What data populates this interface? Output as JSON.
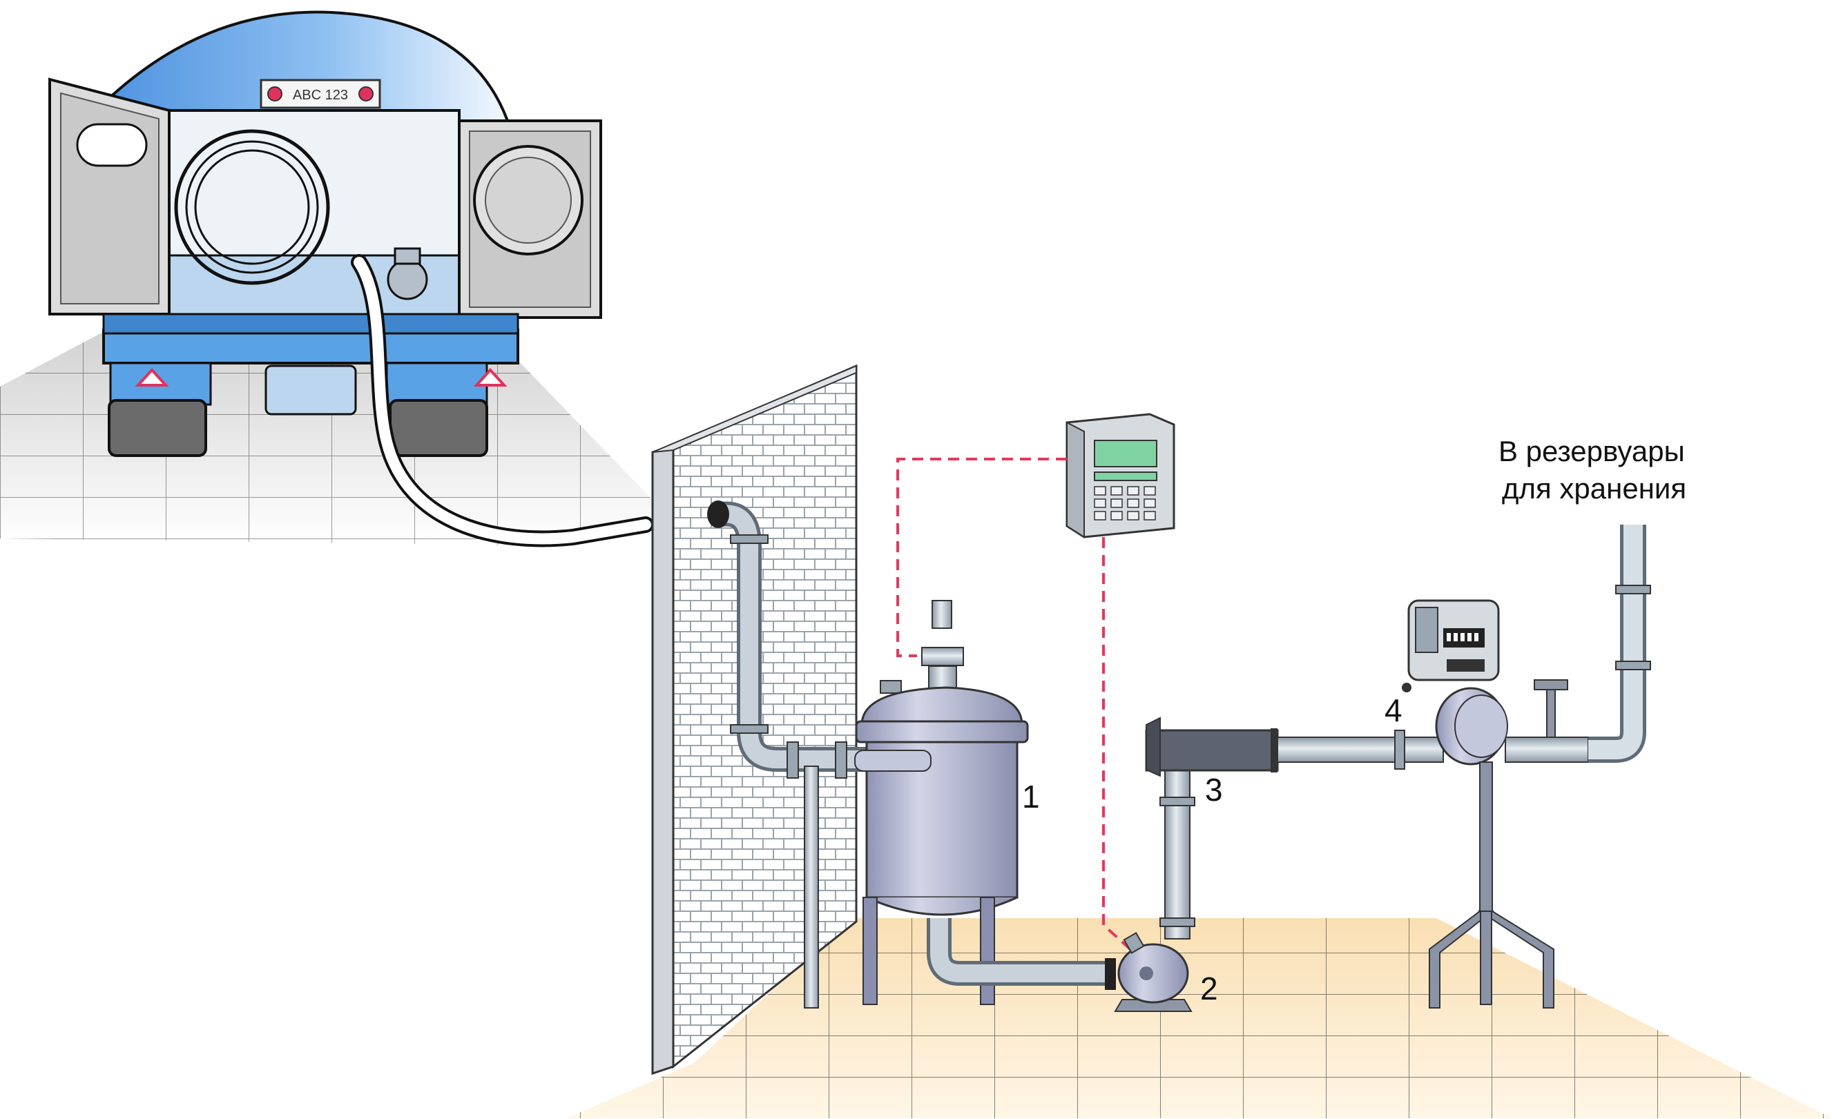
{
  "truck": {
    "plate": "ABC 123"
  },
  "labels": {
    "tank": "1",
    "pump": "2",
    "separator": "3",
    "meter": "4"
  },
  "destination": {
    "line1": "В резервуары",
    "line2": "для хранения"
  },
  "colors": {
    "truck_blue": "#5aa2e6",
    "pipe_gray": "#b7c1cb",
    "tank_lavender": "#a9aec9",
    "floor_beige": "#fbe6c4",
    "signal_red": "#e03a5a",
    "display_green": "#7fd3a3"
  }
}
